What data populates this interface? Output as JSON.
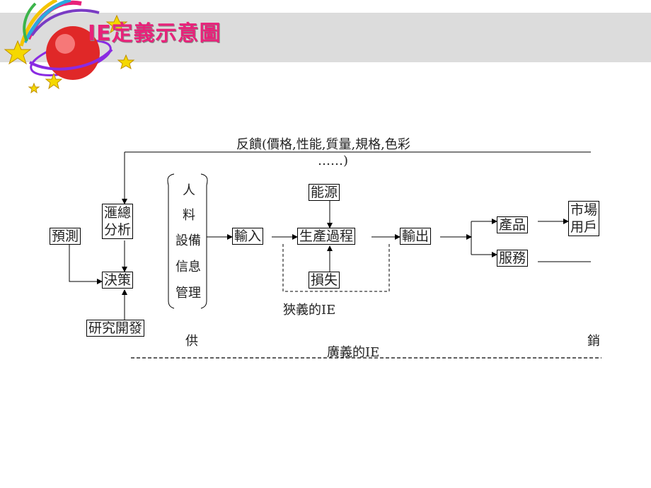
{
  "slide": {
    "title": "IE定義示意圖"
  },
  "diagram": {
    "feedback_line1": "反饋(價格,性能,質量,規格,色彩",
    "feedback_line2": "……)",
    "nodes": {
      "forecast": "預測",
      "analysis_line1": "滙總",
      "analysis_line2": "分析",
      "decision": "決策",
      "rnd": "研究開發",
      "input": "輸入",
      "energy": "能源",
      "production": "生產過程",
      "loss": "損失",
      "output": "輸出",
      "product": "產品",
      "service": "服務",
      "market_line1": "市場",
      "market_line2": "用戶"
    },
    "resources": [
      "人",
      "料",
      "設備",
      "信息",
      "管理"
    ],
    "narrow_ie": "狹義的IE",
    "broad_ie": "廣義的IE",
    "supply": "供",
    "sales": "銷"
  }
}
